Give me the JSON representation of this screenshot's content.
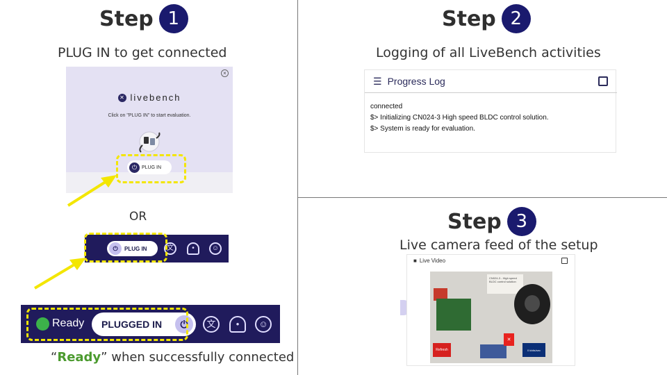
{
  "step1": {
    "heading": "Step",
    "number": "1",
    "subtitle": "PLUG IN to get connected",
    "livebench_card": {
      "close_glyph": "×",
      "brand_name": "livebench",
      "hint": "Click on \"PLUG IN\" to start evaluation.",
      "plug_in_label": "PLUG IN"
    },
    "or_label": "OR",
    "navbar_small": {
      "plug_in_label": "PLUG IN",
      "icons": [
        "translate-icon",
        "bell-icon",
        "account-icon"
      ]
    },
    "navbar_big": {
      "status_label": "Ready",
      "status_color": "#3cb24a",
      "plugged_label": "PLUGGED IN",
      "icons": [
        "translate-icon",
        "bell-icon",
        "account-icon"
      ]
    },
    "caption": {
      "open_quote": "“",
      "ready_word": "Ready",
      "rest": "” when successfully connected"
    }
  },
  "step2": {
    "heading": "Step",
    "number": "2",
    "subtitle": "Logging of all LiveBench activities",
    "progress_log": {
      "title": "Progress Log",
      "lines": [
        "connected",
        "$> Initializing CN024-3 High speed BLDC control solution.",
        "$> System is ready for evaluation."
      ]
    }
  },
  "step3": {
    "heading": "Step",
    "number": "3",
    "subtitle": "Live camera feed of the setup",
    "live_video": {
      "title": "Live Video",
      "board_label": "CN024-3 - High speed BLDC control solution",
      "refresh_label": "Refresh",
      "bitrate_label": "0 kbits/sec"
    }
  },
  "colors": {
    "step_badge": "#1a1a6e",
    "navbar": "#201b5c",
    "highlight": "#f3e600",
    "ready_text": "#4b9a2e"
  }
}
